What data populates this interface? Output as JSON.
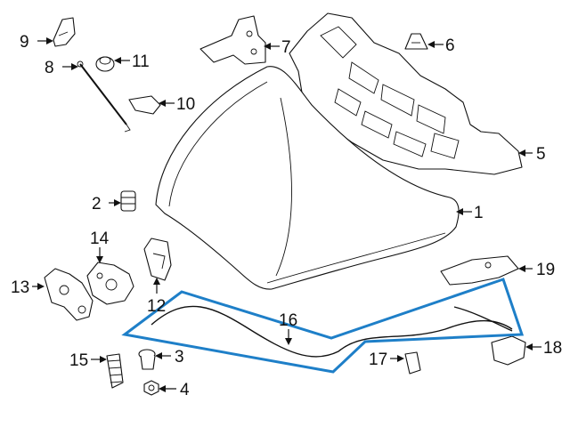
{
  "callouts": {
    "c1": "1",
    "c2": "2",
    "c3": "3",
    "c4": "4",
    "c5": "5",
    "c6": "6",
    "c7": "7",
    "c8": "8",
    "c9": "9",
    "c10": "10",
    "c11": "11",
    "c12": "12",
    "c13": "13",
    "c14": "14",
    "c15": "15",
    "c16": "16",
    "c17": "17",
    "c18": "18",
    "c19": "19"
  },
  "colors": {
    "ink": "#111111",
    "highlight": "#1e7fc8",
    "background": "#ffffff"
  }
}
